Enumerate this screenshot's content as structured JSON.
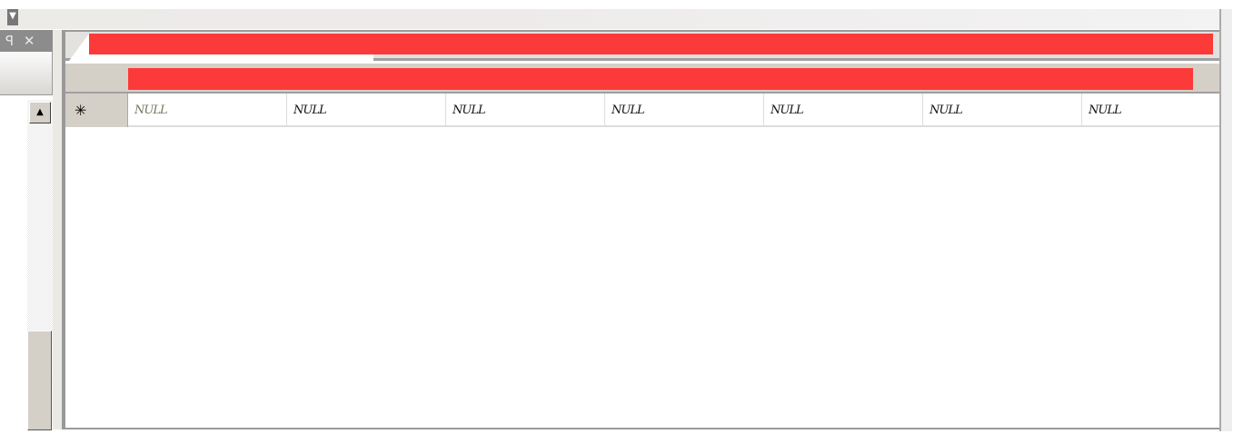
{
  "panel": {
    "pin_icon": "pin-icon",
    "close_icon": "close-icon",
    "pin": "ꟼ",
    "close": "✕"
  },
  "grid": {
    "new_row_marker": "✳",
    "cells": [
      "NULL",
      "NULL",
      "NULL",
      "NULL",
      "NULL",
      "NULL",
      "NULL"
    ],
    "first_cell_color": "#7a7560"
  },
  "scrollbar": {
    "up": "▲"
  }
}
